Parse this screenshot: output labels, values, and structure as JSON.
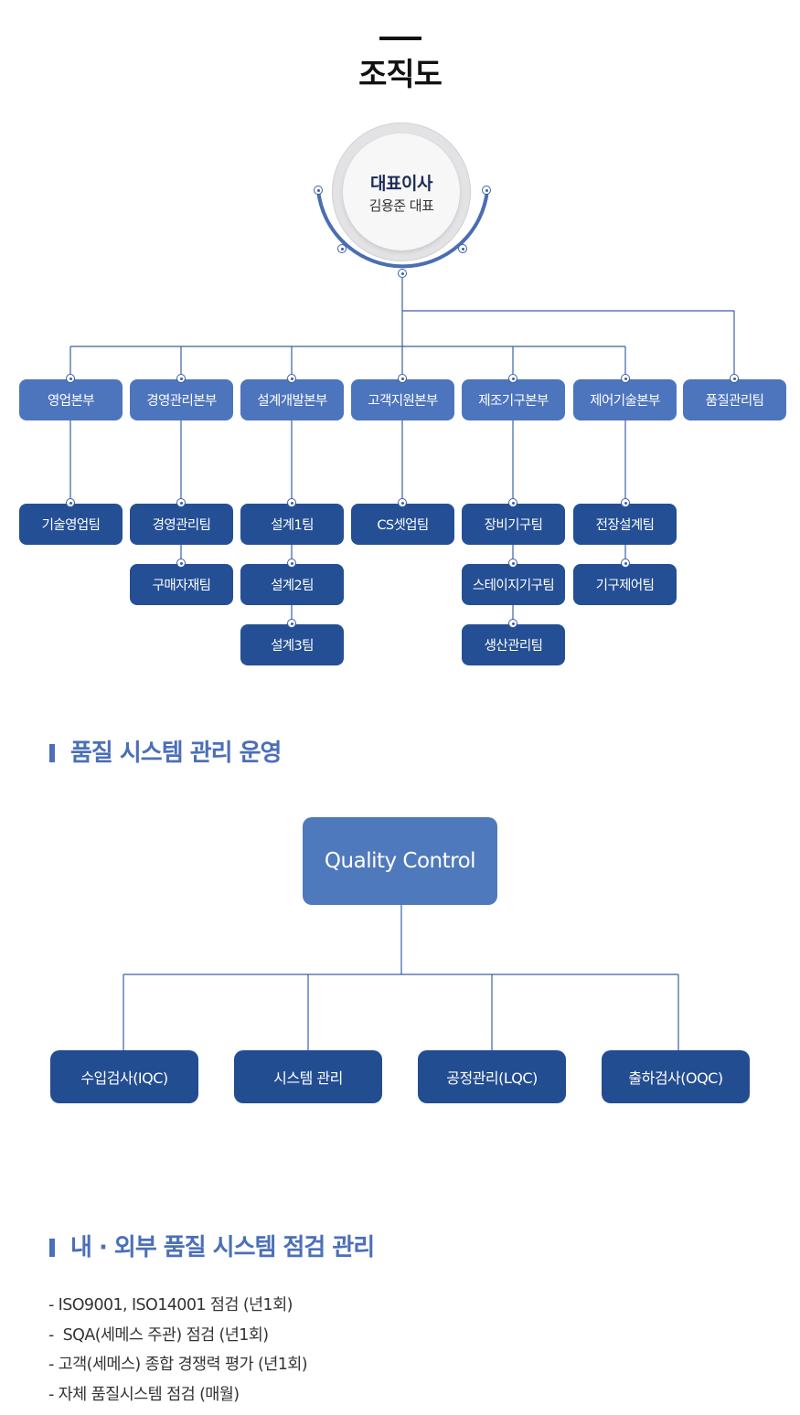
{
  "page_title": "조직도",
  "ceo": {
    "title": "대표이사",
    "name": "김용준 대표"
  },
  "divisions": [
    {
      "label": "영업본부",
      "teams": [
        "기술영업팀"
      ]
    },
    {
      "label": "경영관리본부",
      "teams": [
        "경영관리팀",
        "구매자재팀"
      ]
    },
    {
      "label": "설계개발본부",
      "teams": [
        "설계1팀",
        "설계2팀",
        "설계3팀"
      ]
    },
    {
      "label": "고객지원본부",
      "teams": [
        "CS셋업팀"
      ]
    },
    {
      "label": "제조기구본부",
      "teams": [
        "장비기구팀",
        "스테이지기구팀",
        "생산관리팀"
      ]
    },
    {
      "label": "제어기술본부",
      "teams": [
        "전장설계팀",
        "기구제어팀"
      ]
    },
    {
      "label": "품질관리팀",
      "teams": []
    }
  ],
  "quality_section": {
    "heading": "품질 시스템 관리 운영",
    "root": "Quality Control",
    "children": [
      "수입검사(IQC)",
      "시스템 관리",
      "공정관리(LQC)",
      "출하검사(OQC)"
    ]
  },
  "audit_section": {
    "heading": "내 · 외부 품질 시스템 점검 관리",
    "items": [
      "- ISO9001, ISO14001 점검 (년1회)",
      "-  SQA(세메스 주관) 점검 (년1회)",
      "- 고객(세메스) 종합 경쟁력 평가 (년1회)",
      "- 자체 품질시스템 점검 (매월)"
    ]
  },
  "colors": {
    "division_box": "#4d75bd",
    "team_box": "#244f94",
    "line": "#3b5fa8",
    "heading": "#4b6fb8",
    "qc_root": "#4f79bd",
    "qc_child": "#234d91"
  }
}
